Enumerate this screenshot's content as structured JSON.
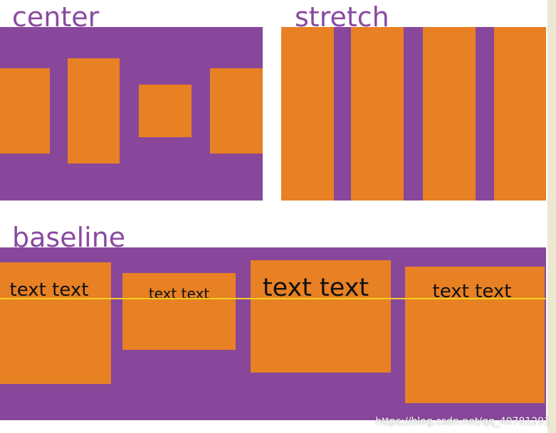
{
  "labels": {
    "center": "center",
    "stretch": "stretch",
    "baseline": "baseline"
  },
  "baseline_boxes": [
    {
      "text": "text text"
    },
    {
      "text": "text text"
    },
    {
      "text": "text text"
    },
    {
      "text": "text text"
    }
  ],
  "watermark": "https://blog.csdn.net/qq_40781291",
  "colors": {
    "label": "#8a4aa0",
    "panel": "#88479b",
    "box": "#e88024",
    "line": "#f4d11f"
  }
}
